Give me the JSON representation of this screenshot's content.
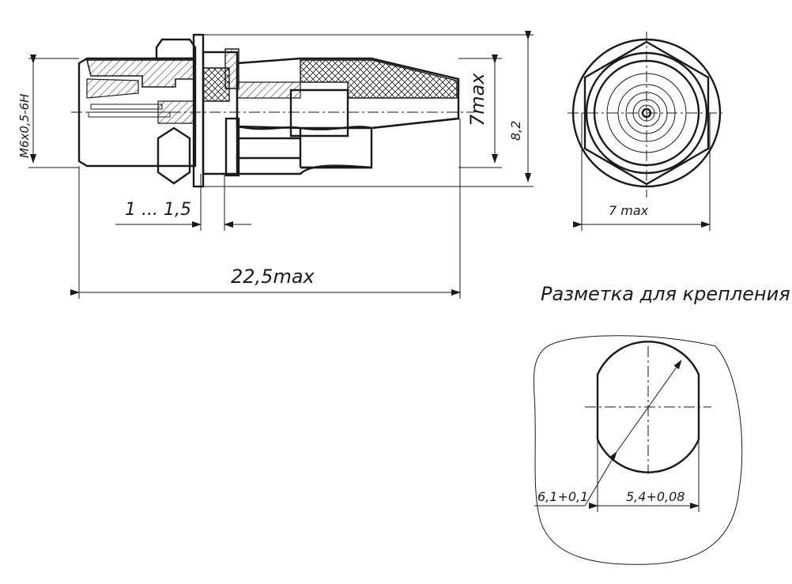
{
  "labels": {
    "thread": "M6x0,5-6H",
    "length_range": "1 ... 1,5",
    "total_length": "22,5max",
    "body_diameter": "7max",
    "height": "8,2",
    "hex_width": "7 max",
    "mounting_title": "Разметка для крепления",
    "hole_diameter": "6,1+0,1",
    "flat_width": "5,4+0,08"
  },
  "colors": {
    "line": "#1a1a1a",
    "background": "#ffffff"
  }
}
